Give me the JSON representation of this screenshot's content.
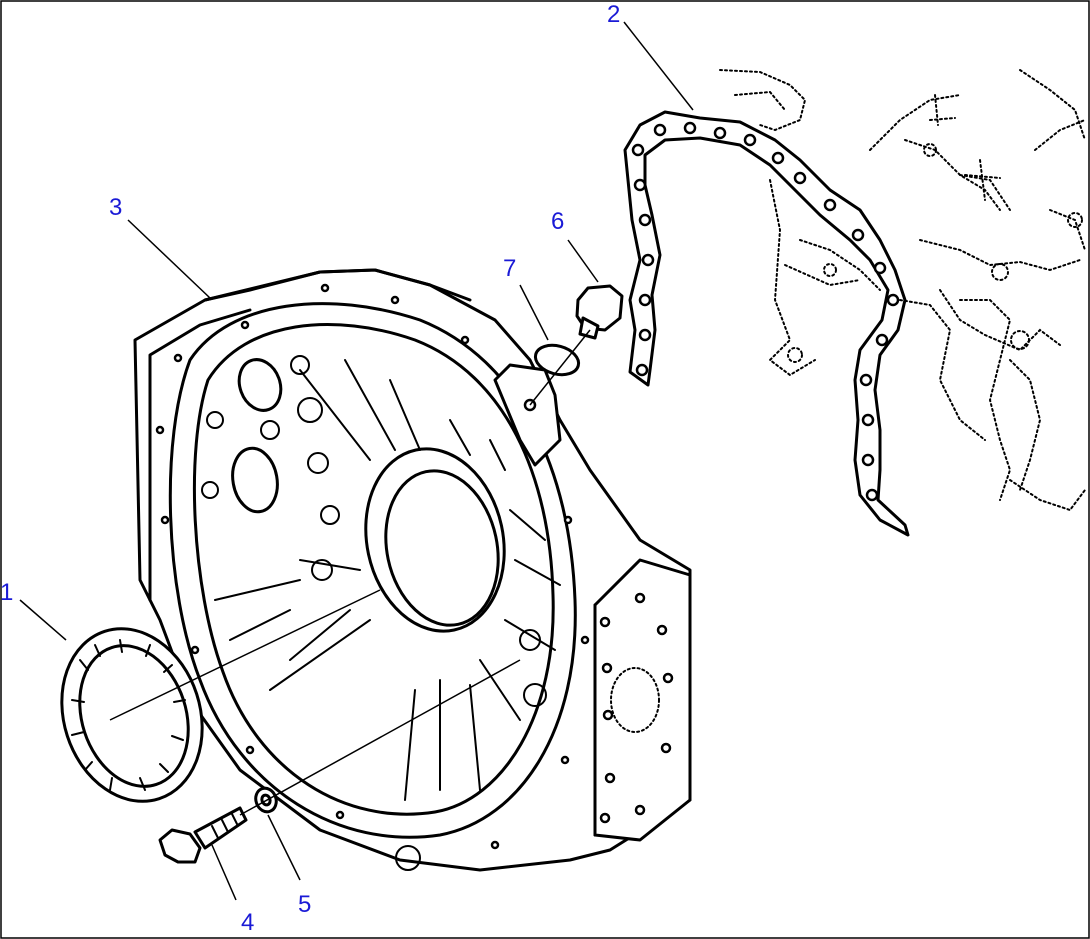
{
  "diagram": {
    "colors": {
      "line": "#000000",
      "callout": "#1a1ad6",
      "background": "#ffffff"
    },
    "callouts": [
      {
        "id": "1",
        "label": "1"
      },
      {
        "id": "2",
        "label": "2"
      },
      {
        "id": "3",
        "label": "3"
      },
      {
        "id": "4",
        "label": "4"
      },
      {
        "id": "5",
        "label": "5"
      },
      {
        "id": "6",
        "label": "6"
      },
      {
        "id": "7",
        "label": "7"
      }
    ]
  }
}
